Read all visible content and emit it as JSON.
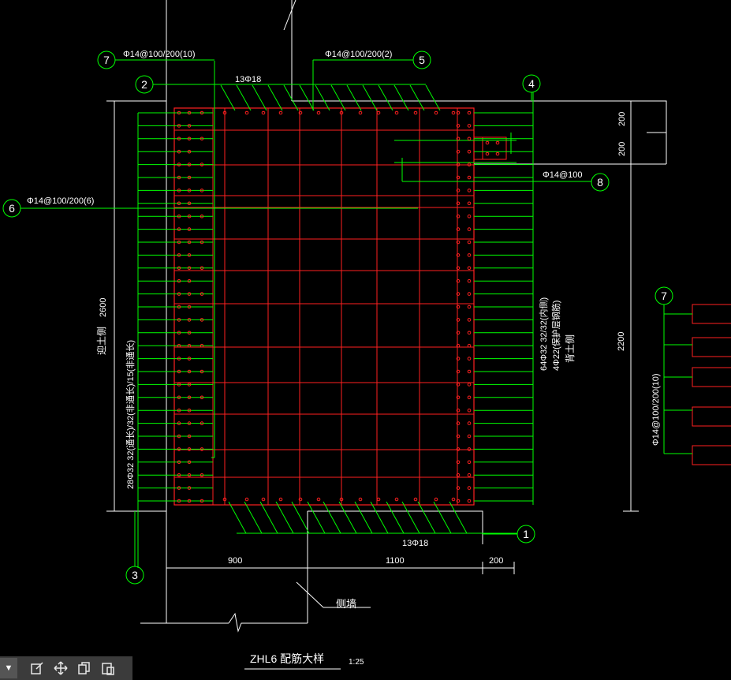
{
  "drawing": {
    "title": "ZHL6 配筋大样",
    "scale": "1:25",
    "labels": {
      "top_bars": "13Φ18",
      "bottom_bars": "13Φ18",
      "stirrup_top_left": "Φ14@100/200(10)",
      "stirrup_top_right": "Φ14@100/200(2)",
      "stirrup_left": "Φ14@100/200(6)",
      "stirrup_right": "Φ14@100",
      "stirrup_far_right": "Φ14@100/200(10)",
      "left_bars": "28Φ32 32(通长)/32(非通长)/15(非通长)",
      "right_bars_1": "64Φ32 32/32(内侧)",
      "right_bars_2": "4Φ22(保护层钢筋)",
      "soil_left": "迎土侧",
      "soil_right": "背土侧",
      "side_wall": "侧墙"
    },
    "dimensions": {
      "d_left_height": "2600",
      "d_right_height": "2200",
      "d_top_200a": "200",
      "d_top_200b": "200",
      "d_bottom_900": "900",
      "d_bottom_1100": "1100",
      "d_bottom_200": "200"
    },
    "callouts": {
      "c1": "1",
      "c2": "2",
      "c3": "3",
      "c4": "4",
      "c5": "5",
      "c6": "6",
      "c7": "7",
      "c7b": "7",
      "c8": "8"
    },
    "colors": {
      "background": "#000000",
      "section": "#ff2020",
      "leader": "#00ff00",
      "text": "#ffffff",
      "dimension": "#ffffff"
    }
  },
  "toolbar": {
    "icons": [
      "dropdown-icon",
      "edit-icon",
      "move-icon",
      "copy-icon",
      "paste-icon"
    ]
  }
}
